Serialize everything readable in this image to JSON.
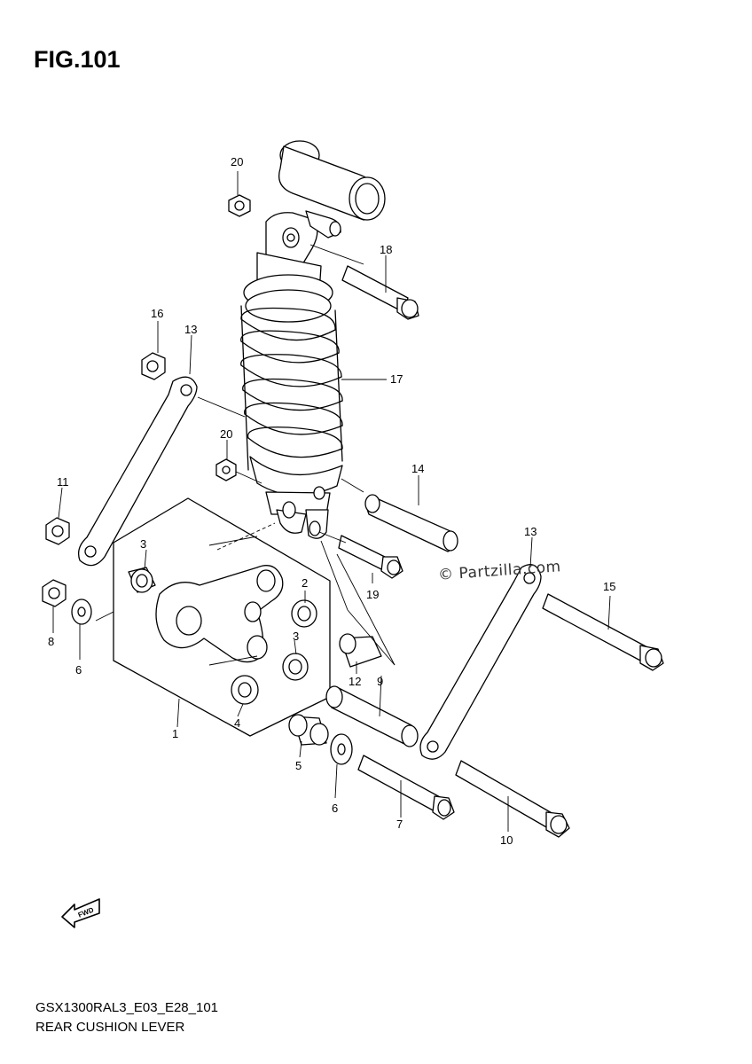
{
  "figure": {
    "title": "FIG.101",
    "model_code": "GSX1300RAL3_E03_E28_101",
    "section_name": "REAR CUSHION LEVER",
    "watermark": "© Partzilla.com",
    "fwd_label": "FWD"
  },
  "callouts": {
    "c1": "1",
    "c2": "2",
    "c3a": "3",
    "c3b": "3",
    "c4": "4",
    "c5": "5",
    "c6a": "6",
    "c6b": "6",
    "c7": "7",
    "c8": "8",
    "c9": "9",
    "c10": "10",
    "c11": "11",
    "c12": "12",
    "c13a": "13",
    "c13b": "13",
    "c14": "14",
    "c15": "15",
    "c16": "16",
    "c17": "17",
    "c18": "18",
    "c19": "19",
    "c20a": "20",
    "c20b": "20"
  }
}
